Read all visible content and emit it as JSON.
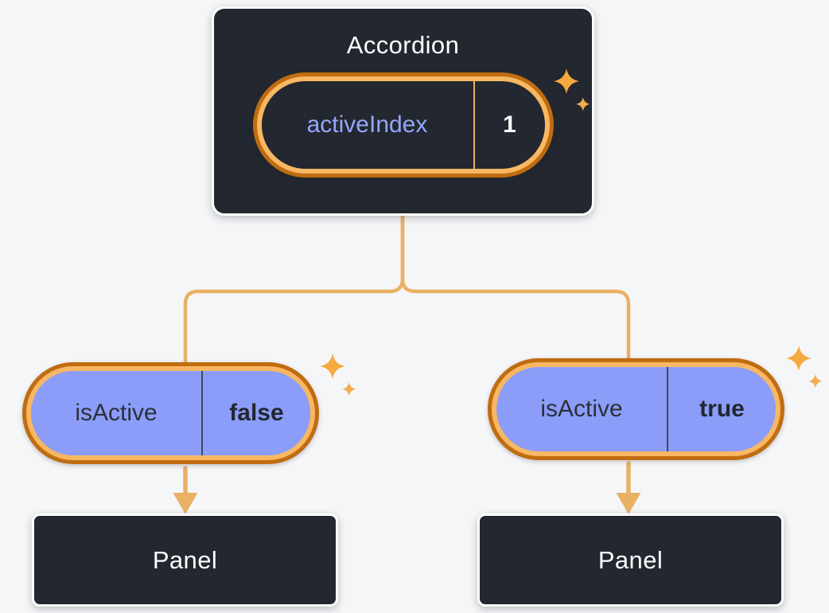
{
  "background": "#f5f6f8",
  "root": {
    "title": "Accordion",
    "state": {
      "name": "activeIndex",
      "value": "1"
    }
  },
  "children": [
    {
      "prop": {
        "name": "isActive",
        "value": "false"
      },
      "panel_label": "Panel"
    },
    {
      "prop": {
        "name": "isActive",
        "value": "true"
      },
      "panel_label": "Panel"
    }
  ],
  "colors": {
    "box_bg": "#23272f",
    "box_border": "#ffffff",
    "ring_outer": "#c06c10",
    "ring_inner": "#f8b763",
    "pill_bg": "#8b9df8",
    "state_name_text": "#94a7fb",
    "connector": "#eab064",
    "sparkle": "#f5a93f",
    "sparkle_small": "#f0ad4e",
    "text_dark": "#23272f",
    "text_light": "#ffffff"
  }
}
